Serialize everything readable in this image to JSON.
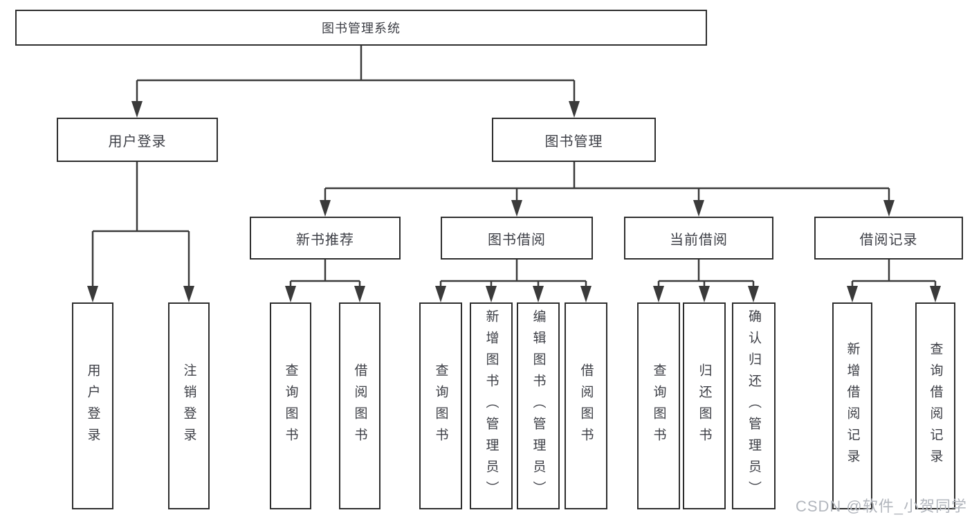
{
  "diagram": {
    "type": "hierarchy-tree",
    "orientation": "top-down",
    "tree": {
      "root": {
        "label": "图书管理系统"
      },
      "level2": [
        {
          "label": "用户登录",
          "parent": "图书管理系统"
        },
        {
          "label": "图书管理",
          "parent": "图书管理系统"
        }
      ],
      "level3": [
        {
          "label": "新书推荐",
          "parent": "图书管理"
        },
        {
          "label": "图书借阅",
          "parent": "图书管理"
        },
        {
          "label": "当前借阅",
          "parent": "图书管理"
        },
        {
          "label": "借阅记录",
          "parent": "图书管理"
        }
      ],
      "leaves": [
        {
          "label": "用户登录",
          "parent": "用户登录"
        },
        {
          "label": "注销登录",
          "parent": "用户登录"
        },
        {
          "label": "查询图书",
          "parent": "新书推荐"
        },
        {
          "label": "借阅图书",
          "parent": "新书推荐"
        },
        {
          "label": "查询图书",
          "parent": "图书借阅"
        },
        {
          "label": "新增图书（管理员）",
          "parent": "图书借阅"
        },
        {
          "label": "编辑图书（管理员）",
          "parent": "图书借阅"
        },
        {
          "label": "借阅图书",
          "parent": "图书借阅"
        },
        {
          "label": "查询图书",
          "parent": "当前借阅"
        },
        {
          "label": "归还图书",
          "parent": "当前借阅"
        },
        {
          "label": "确认归还（管理员）",
          "parent": "当前借阅"
        },
        {
          "label": "新增借阅记录",
          "parent": "借阅记录"
        },
        {
          "label": "查询借阅记录",
          "parent": "借阅记录"
        }
      ]
    },
    "colors": {
      "background": "#ffffff",
      "box_border": "#2d2d2d",
      "line": "#3a3a3a",
      "text": "#3c3e45",
      "watermark_text": "#b2b6bd"
    }
  },
  "watermark": {
    "text": "CSDN @软件_小贺同学"
  }
}
